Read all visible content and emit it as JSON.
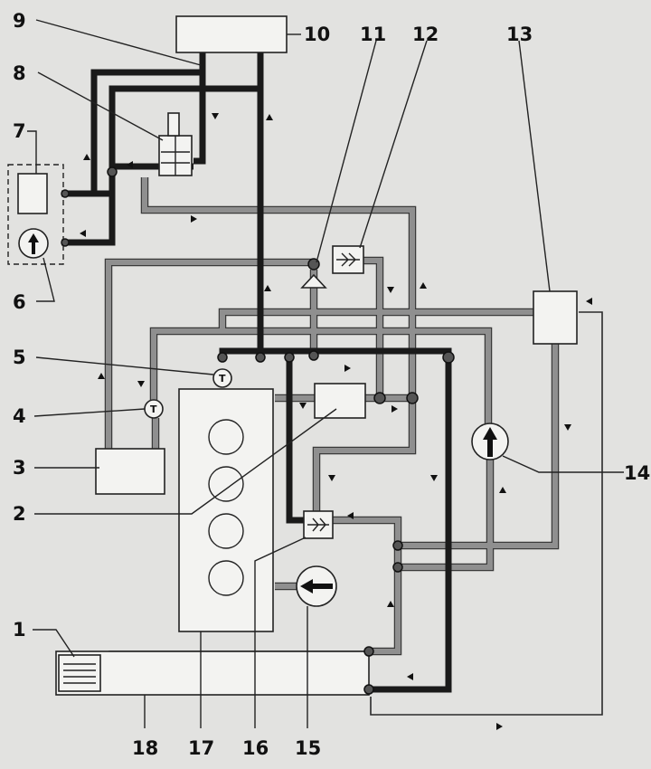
{
  "labels": [
    "1",
    "2",
    "3",
    "4",
    "5",
    "6",
    "7",
    "8",
    "9",
    "10",
    "11",
    "12",
    "13",
    "14",
    "15",
    "16",
    "17",
    "18"
  ],
  "sensor_symbol": "T",
  "colors": {
    "background": "#e2e2e0",
    "supply_pipe": "#1a1a1a",
    "return_pipe": "#8f8f8f",
    "component": "#f3f3f1"
  }
}
